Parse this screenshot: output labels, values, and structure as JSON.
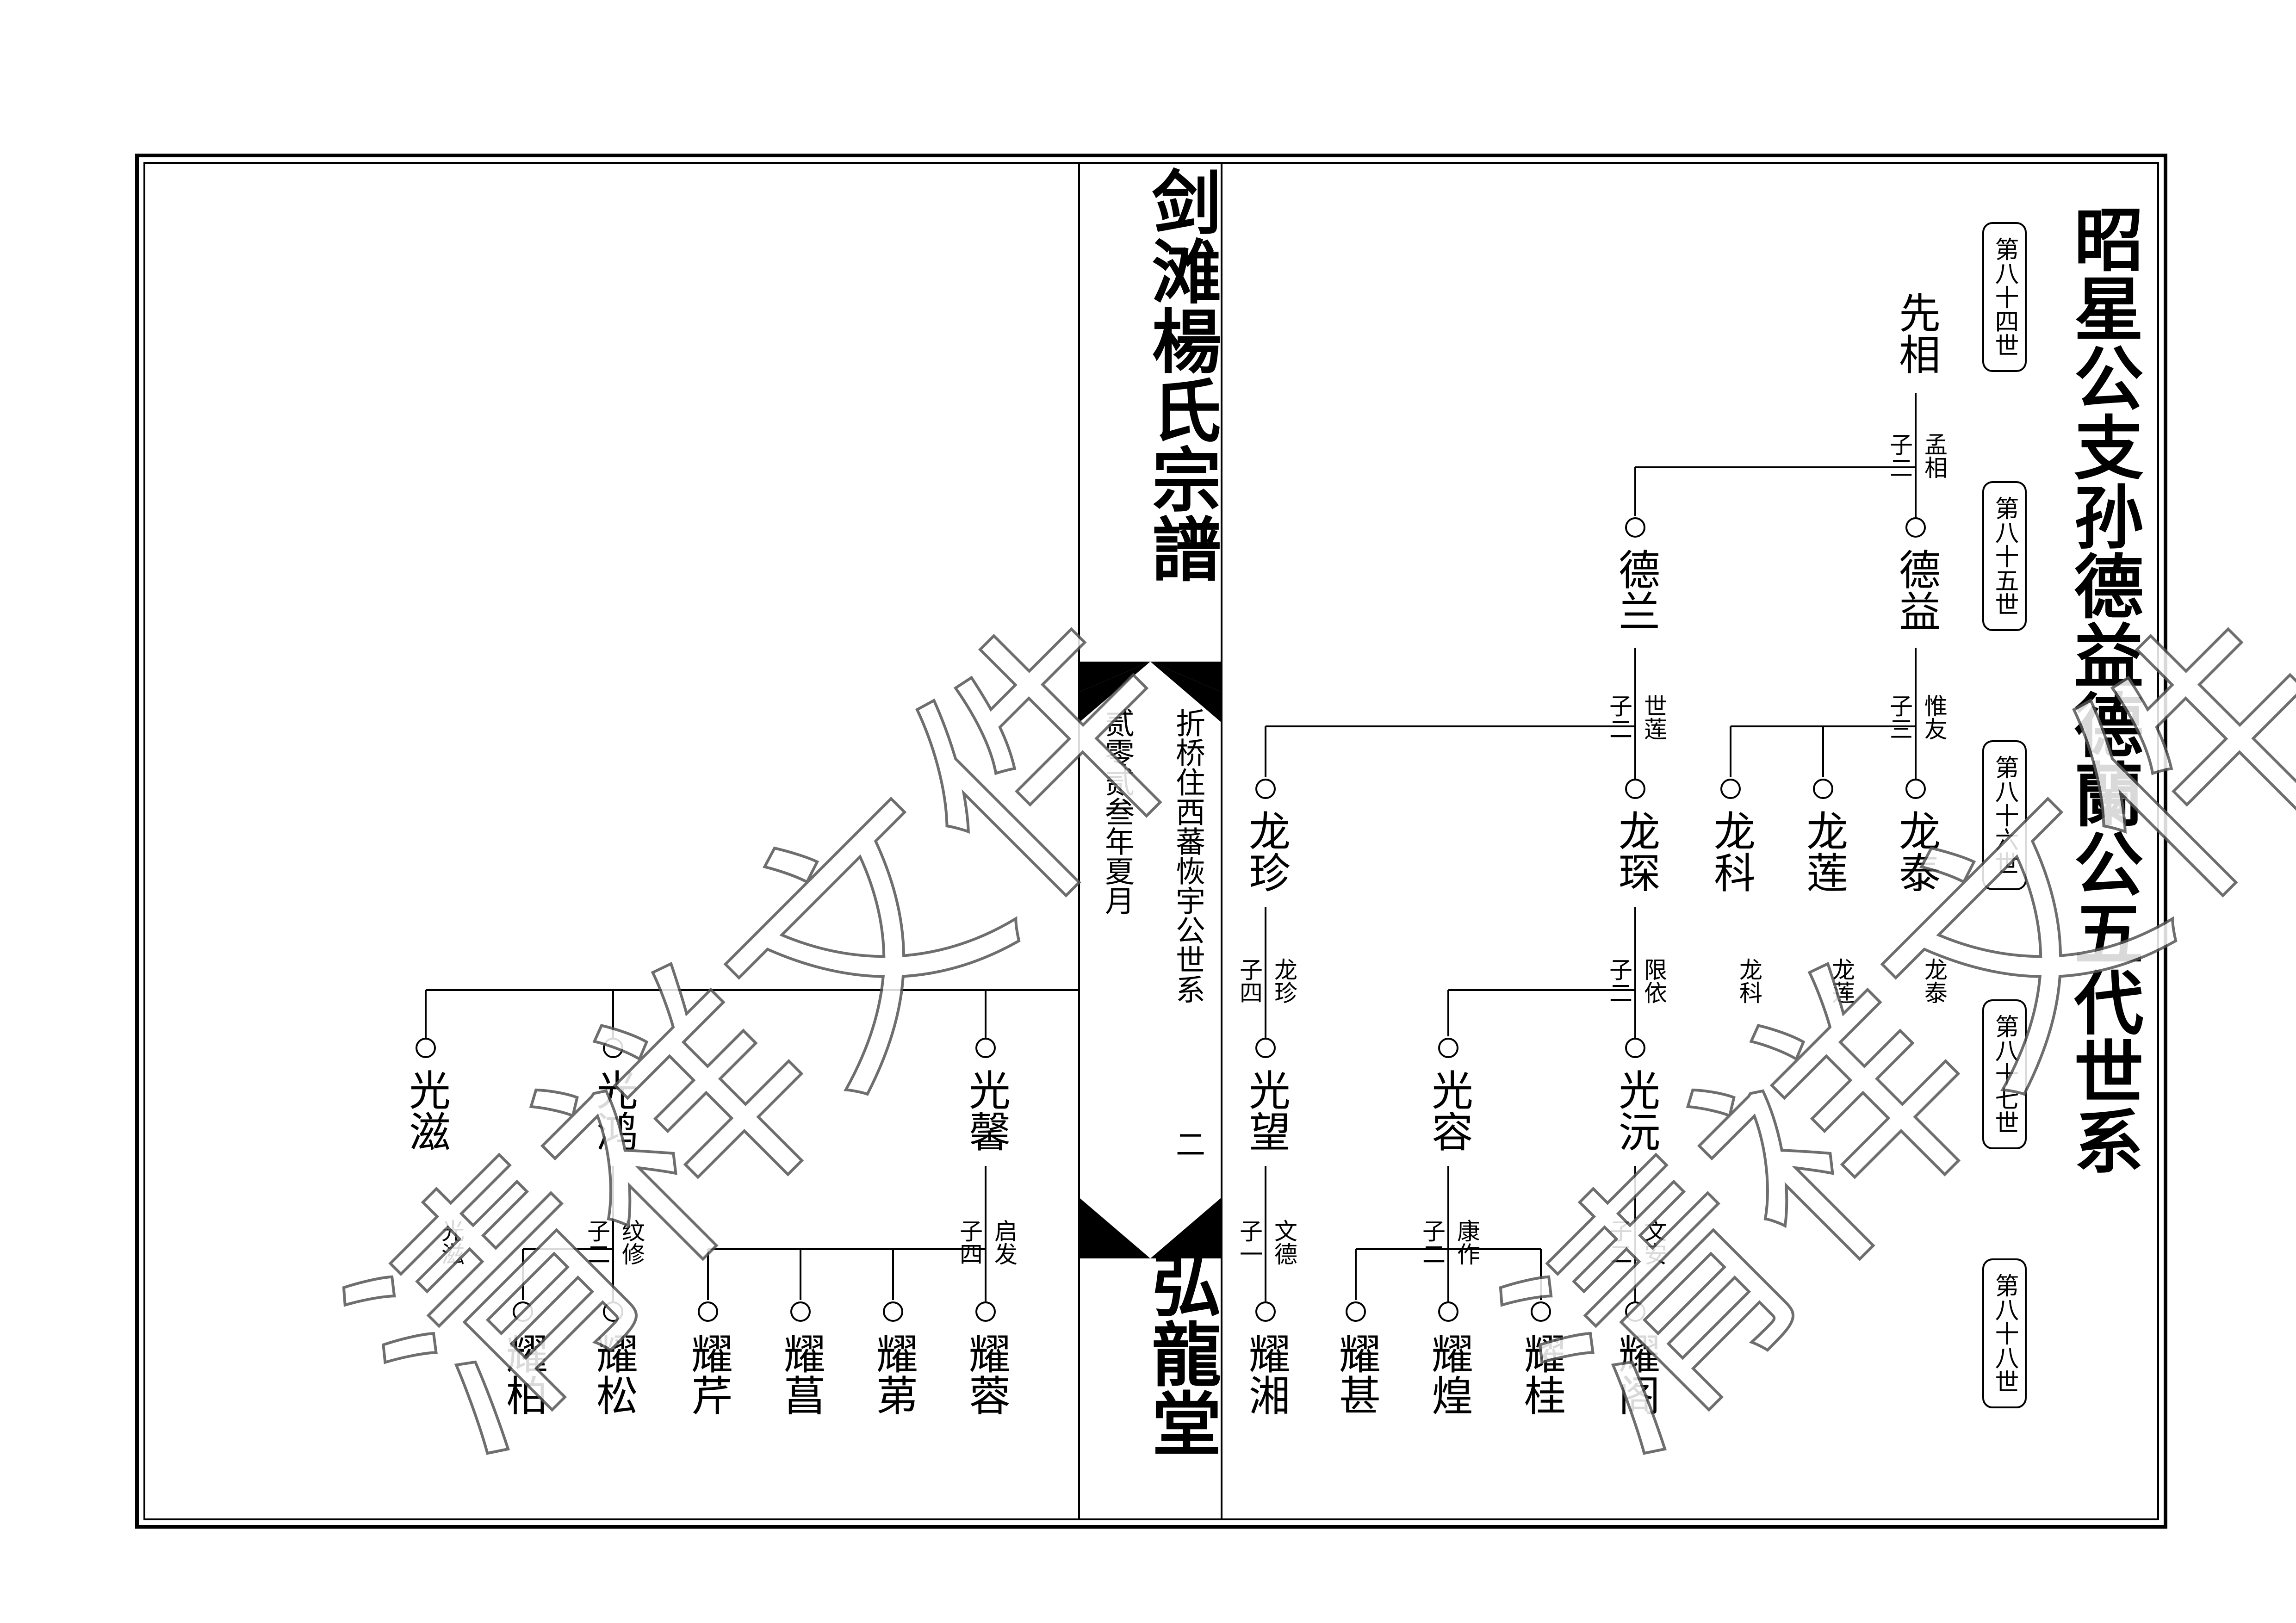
{
  "spine": {
    "title": "剑滩楊氏宗譜",
    "branch": "折桥住西蕃恢宇公世系",
    "date": "贰零贰叁年夏月",
    "page_number": "二",
    "hall": "弘龍堂"
  },
  "main_title": "昭星公支孙德益德蘭公五代世系",
  "generations": [
    "第八十四世",
    "第八十五世",
    "第八十六世",
    "第八十七世",
    "第八十八世"
  ],
  "watermark": "清祥文件",
  "persons": {
    "xianxiang": "先相",
    "deyi": "德益",
    "delan": "德兰",
    "longtai": "龙泰",
    "longlian": "龙莲",
    "longke": "龙科",
    "longshen": "龙琛",
    "longzhen": "龙珍",
    "guangyuan": "光沅",
    "guangrong": "光容",
    "guangwang": "光望",
    "guangxin": "光馨",
    "guanghong": "光鸿",
    "guangzi": "光滋",
    "yaoge": "耀阁",
    "yaogui": "耀桂",
    "yaohuang": "耀煌",
    "yaoshen": "耀甚",
    "yaoxiang": "耀湘",
    "yaorong": "耀蓉",
    "yaoti": "耀苐",
    "yaochang": "耀菖",
    "yaoqin": "耀芹",
    "yaosong": "耀松",
    "yaobai": "耀柏"
  },
  "notes": {
    "zi_er": "子二",
    "zi_san": "子三",
    "zi_si": "子四",
    "zi_yi": "子一",
    "mengxiang": "孟相",
    "weiyou": "惟友",
    "shilian": "世莲",
    "longtai_small": "龙泰",
    "longlian_small": "龙莲",
    "longke_small": "龙科",
    "genyi": "限依",
    "longzhen_small": "龙珍",
    "wenan": "文安",
    "kangzuo": "康作",
    "wende": "文德",
    "qifa": "启发",
    "wenxiu": "纹修",
    "guangzi_small": "光滋"
  }
}
